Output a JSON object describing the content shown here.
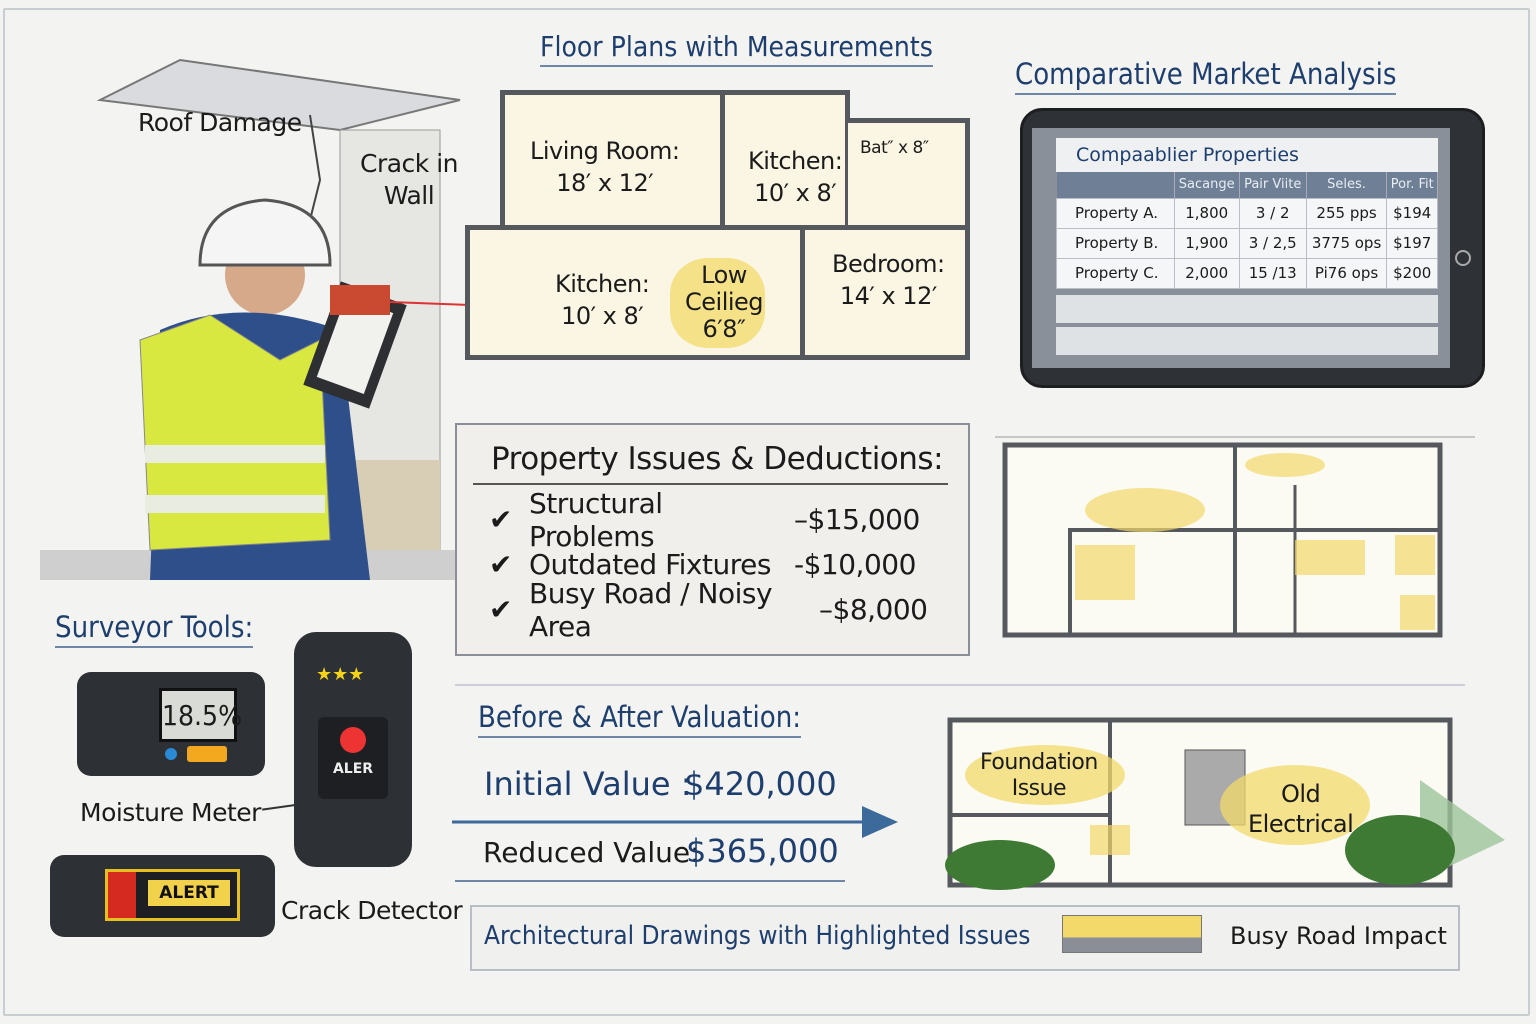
{
  "illustration": {
    "roof_label": "Roof Damage",
    "crack_label": "Crack in\nWall"
  },
  "floor_plan": {
    "title": "Floor Plans with Measurements",
    "rooms": [
      {
        "name": "Living Room:",
        "size": "18′ x 12′"
      },
      {
        "name": "Kitchen:",
        "size": "10′ x 8′"
      },
      {
        "name": "Bat″ x 8″",
        "size": ""
      },
      {
        "name": "Kitchen:",
        "size": "10′ x 8′"
      },
      {
        "name": "Low\nCeilieg\n6′8″",
        "size": ""
      },
      {
        "name": "Bedroom:",
        "size": "14′ x 12′"
      }
    ]
  },
  "cma": {
    "title": "Comparative Market Analysis",
    "table_title": "Compaablier Properties",
    "headers": [
      "",
      "Sacange",
      "Pair Viite",
      "Seles.",
      "Por. Fit"
    ],
    "rows": [
      [
        "Property A.",
        "1,800",
        "3 / 2",
        "255 pps",
        "$194"
      ],
      [
        "Property B.",
        "1,900",
        "3 / 2,5",
        "3775 ops",
        "$197"
      ],
      [
        "Property C.",
        "2,000",
        "15 /13",
        "Pi76 ops",
        "$200"
      ]
    ]
  },
  "issues": {
    "title": "Property Issues & Deductions:",
    "items": [
      {
        "label": "Structural Problems",
        "amount": "–$15,000"
      },
      {
        "label": "Outdated Fixtures",
        "amount": "-$10,000"
      },
      {
        "label": "Busy Road / Noisy Area",
        "amount": "–$8,000"
      }
    ],
    "check_icon": "check-icon"
  },
  "tools": {
    "title": "Surveyor Tools:",
    "moisture_reading": "18.5%",
    "moisture_label": "Moisture Meter",
    "detector_screen": "ALER",
    "alert_screen": "ALERT",
    "crack_label": "Crack Detector"
  },
  "valuation": {
    "title": "Before & After Valuation:",
    "initial_label": "Initial Value :",
    "initial_value": "$420,000",
    "reduced_label": "Reduced Value:",
    "reduced_value": "$365,000"
  },
  "blueprint2": {
    "foundation": "Foundation\nIssue",
    "electrical": "Old\nElectrical"
  },
  "caption": {
    "text": "Architectural Drawings with Highlighted Issues",
    "road": "Busy Road Impact"
  },
  "colors": {
    "accent": "#1e3f6e",
    "highlight": "#f2d96a",
    "arrow": "#3c6a9a"
  }
}
